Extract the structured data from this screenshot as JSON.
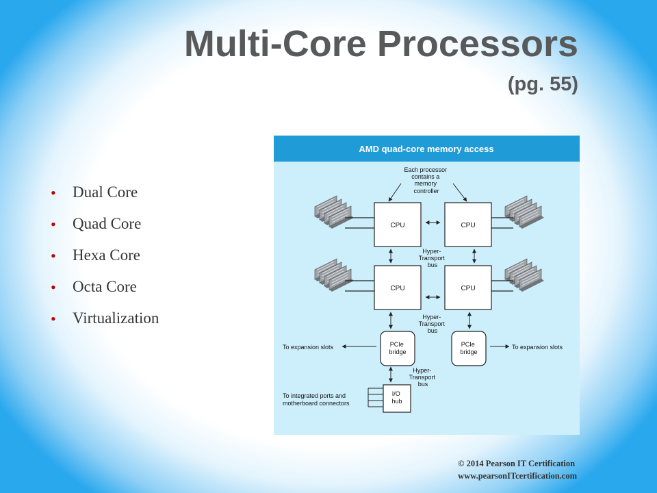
{
  "slide": {
    "title": "Multi-Core Processors",
    "subtitle": "(pg. 55)",
    "bullets": [
      "Dual Core",
      "Quad Core",
      "Hexa Core",
      "Octa Core",
      "Virtualization"
    ],
    "footer": {
      "copyright": "© 2014 Pearson IT Certification",
      "url": "www.pearsonITcertification.com"
    }
  },
  "diagram": {
    "header": "AMD quad-core memory access",
    "memory_note": [
      "Each processor",
      "contains a",
      "memory",
      "controller"
    ],
    "cpu_label": "CPU",
    "ht_label_top": [
      "Hyper-",
      "Transport",
      "bus"
    ],
    "ht_label_mid": [
      "Hyper-",
      "Transport",
      "bus"
    ],
    "ht_label_bottom": [
      "Hyper-",
      "Transport",
      "bus"
    ],
    "pcie_left": [
      "PCIe",
      "bridge"
    ],
    "pcie_right": [
      "PCIe",
      "bridge"
    ],
    "io_hub": [
      "I/O",
      "hub"
    ],
    "expansion_left": "To expansion slots",
    "expansion_right": "To expansion slots",
    "ports": [
      "To integrated ports and",
      "motherboard connectors"
    ]
  },
  "colors": {
    "title": "#58595b",
    "bullet": "#c00000",
    "header_band": "#1f9bd7",
    "diagram_bg": "#cdeefb"
  }
}
